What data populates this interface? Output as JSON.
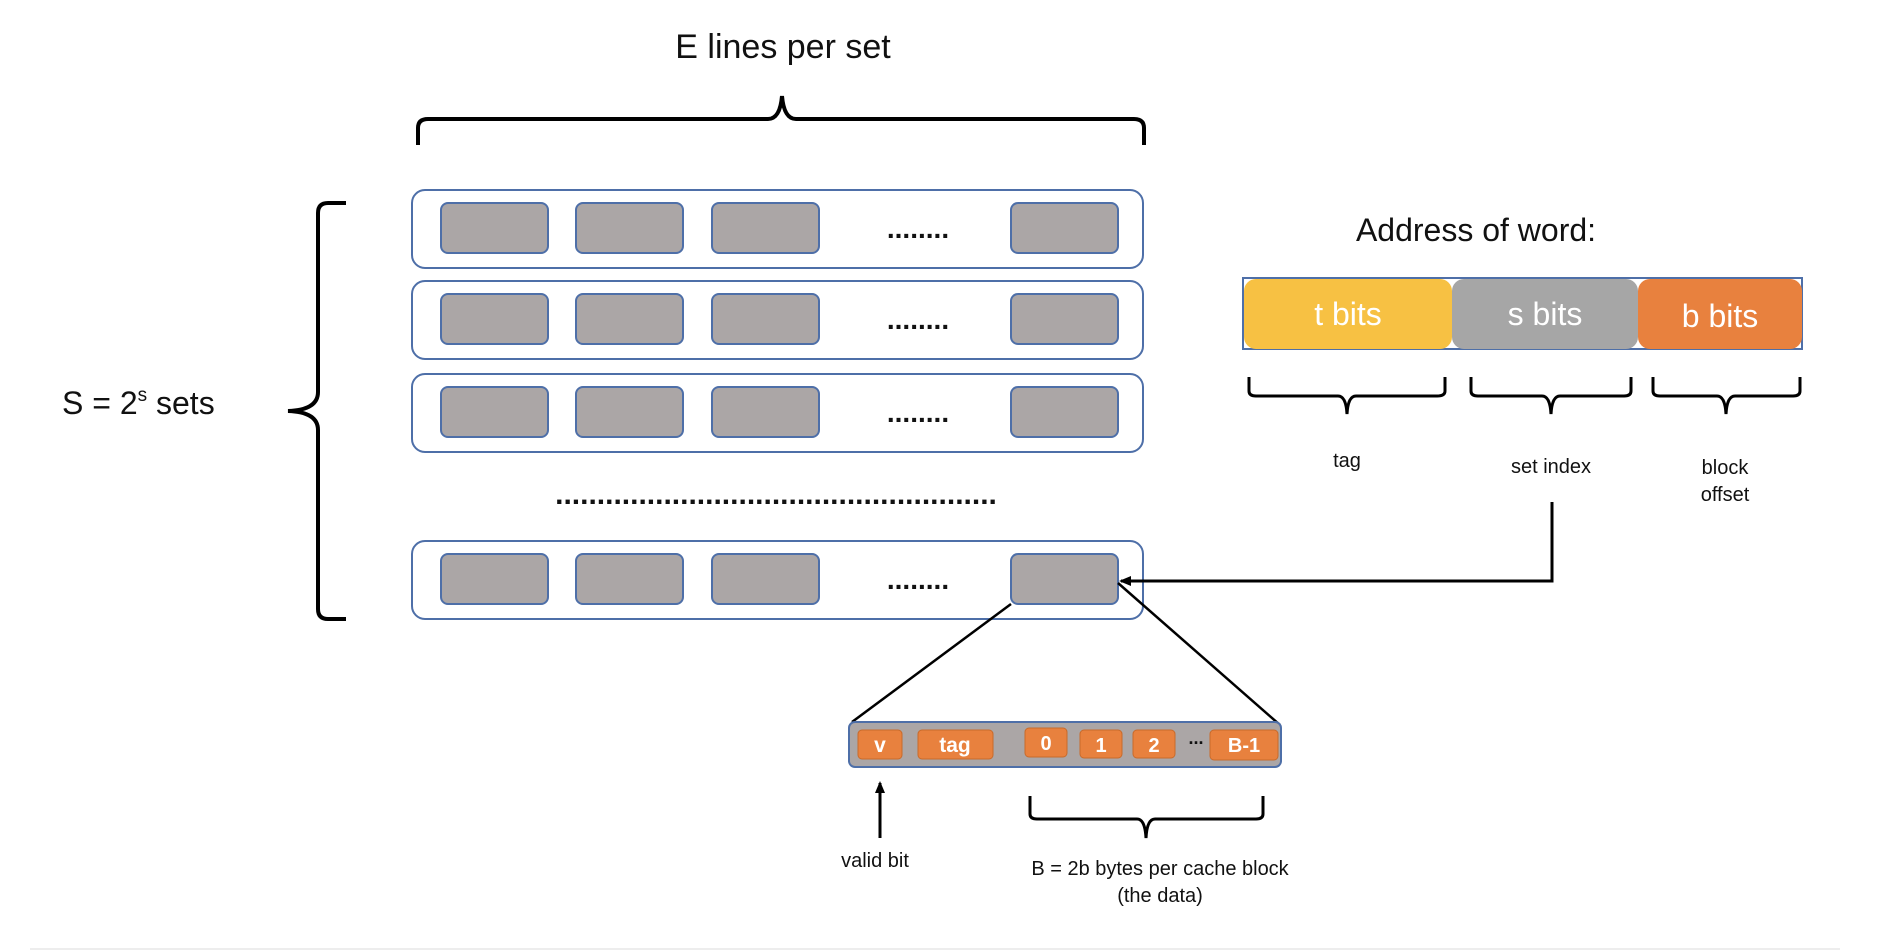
{
  "labels": {
    "lines_per_set": "E lines per set",
    "sets_prefix": "S = 2",
    "sets_exp": "s",
    "sets_suffix": " sets",
    "address_title": "Address of word:",
    "row_ellipsis": "........",
    "sets_ellipsis": "....................................................."
  },
  "address_fields": [
    {
      "bits": "t bits",
      "caption": "tag",
      "color": "#F7C143"
    },
    {
      "bits": "s bits",
      "caption": "set index",
      "color": "#A6A6A6"
    },
    {
      "bits": "b bits",
      "caption_line1": "block",
      "caption_line2": "offset",
      "color": "#E8813E"
    }
  ],
  "line_detail": {
    "valid": "v",
    "tag": "tag",
    "bytes": [
      "0",
      "1",
      "2"
    ],
    "bytes_ellipsis": "...",
    "last_byte": "B-1",
    "valid_caption": "valid bit",
    "block_caption_line1": "B = 2b bytes per cache block",
    "block_caption_line2": "(the data)"
  },
  "colors": {
    "set_border": "#4E6FA8",
    "line_fill": "#ABA6A6",
    "orange": "#E8813E"
  }
}
